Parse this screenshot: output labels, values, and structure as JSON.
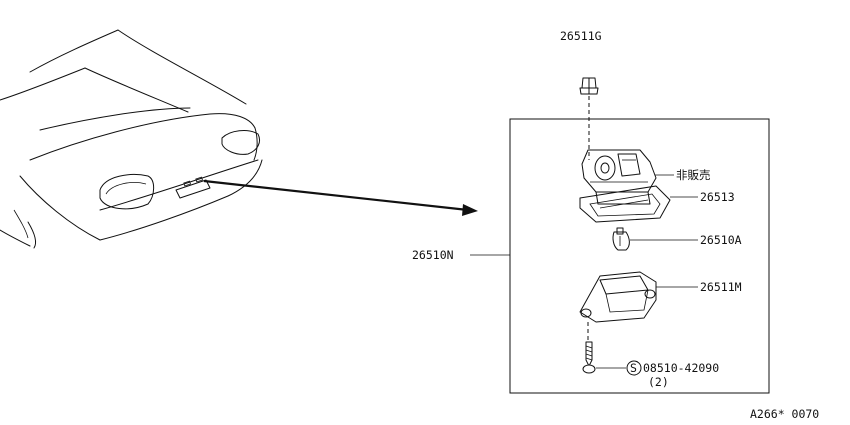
{
  "callouts": {
    "clip_top": "26511G",
    "not_sold": "非販売",
    "lens": "26513",
    "bulb": "26510A",
    "assembly": "26510N",
    "housing": "26511M",
    "screw_symbol": "S",
    "screw": "08510-42090",
    "screw_qty": "(2)"
  },
  "figure_code": "A266* 0070"
}
